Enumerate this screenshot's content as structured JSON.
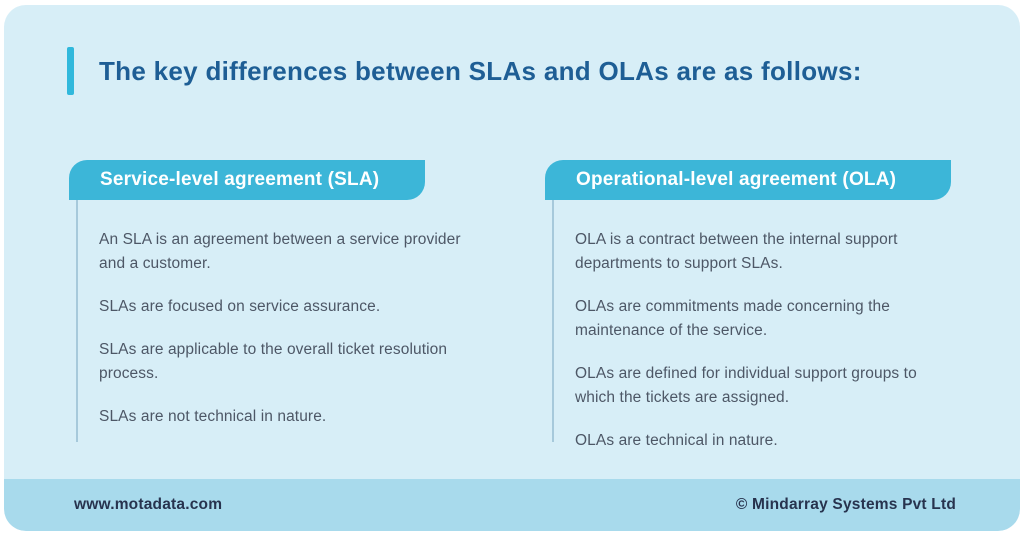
{
  "title": "The key differences between SLAs and OLAs are as follows:",
  "columns": [
    {
      "header": "Service-level agreement (SLA)",
      "items": [
        "An SLA is an agreement between a service provider and a customer.",
        "SLAs are focused on service assurance.",
        "SLAs are applicable to the overall ticket resolution process.",
        "SLAs are not technical in nature."
      ]
    },
    {
      "header": "Operational-level agreement (OLA)",
      "items": [
        "OLA is a contract between the internal support departments to support SLAs.",
        "OLAs are commitments made concerning the maintenance of the service.",
        "OLAs are defined for individual support groups to which the tickets are assigned.",
        "OLAs are technical in nature."
      ]
    }
  ],
  "footer": {
    "website": "www.motadata.com",
    "copyright": "© Mindarray Systems Pvt Ltd"
  },
  "colors": {
    "card_bg": "#d7eef7",
    "footer_bg": "#a8daec",
    "banner_bg": "#3cb6d8",
    "accent_bar": "#30b8dc",
    "title_text": "#1e5e95",
    "body_text": "#4d5766",
    "banner_text": "#ffffff",
    "footer_text": "#27334e",
    "divider_line": "#a6c9db"
  }
}
